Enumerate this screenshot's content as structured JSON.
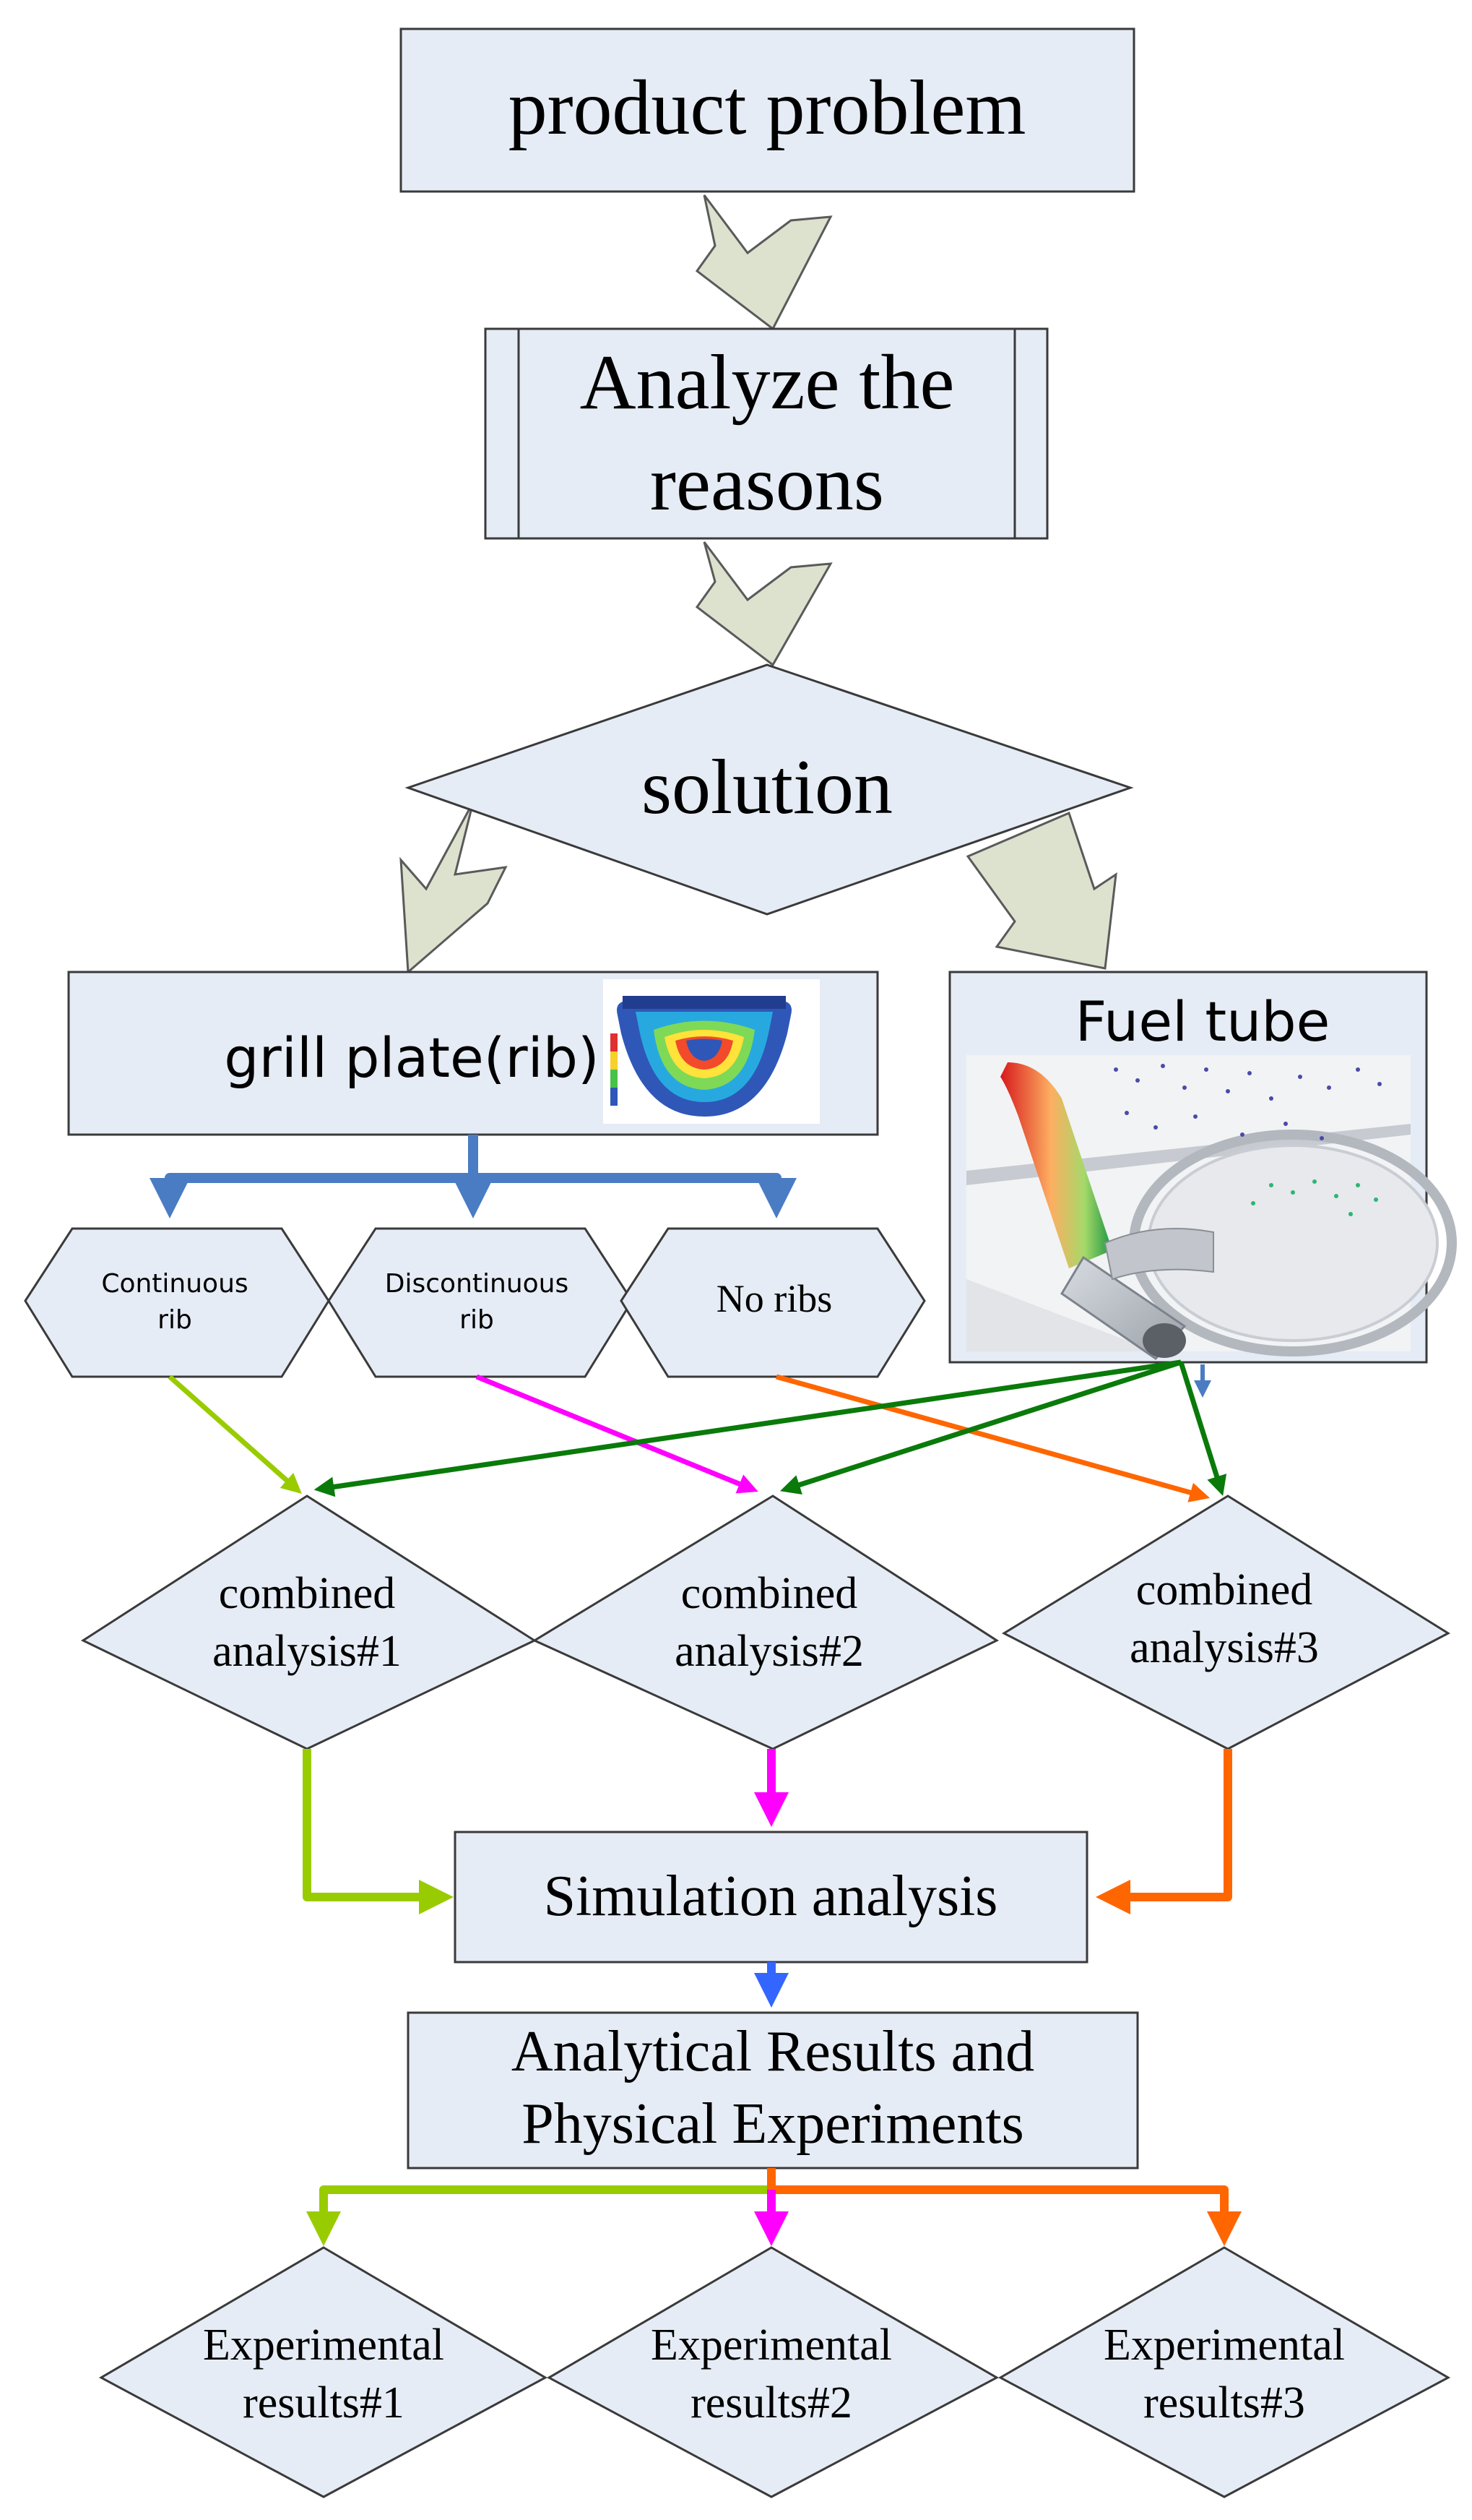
{
  "flowchart": {
    "product_problem": "product problem",
    "analyze_line1": "Analyze the",
    "analyze_line2": "reasons",
    "solution": "solution",
    "grill_plate": "grill plate(rib)",
    "fuel_tube": "Fuel tube",
    "continuous_line1": "Continuous",
    "continuous_line2": "rib",
    "discontinuous_line1": "Discontinuous",
    "discontinuous_line2": "rib",
    "no_ribs": "No ribs",
    "combined_1_line1": "combined",
    "combined_1_line2": "analysis#1",
    "combined_2_line1": "combined",
    "combined_2_line2": "analysis#2",
    "combined_3_line1": "combined",
    "combined_3_line2": "analysis#3",
    "simulation": "Simulation analysis",
    "results_line1": "Analytical Results and",
    "results_line2": "Physical Experiments",
    "exp_1_line1": "Experimental",
    "exp_1_line2": "results#1",
    "exp_2_line1": "Experimental",
    "exp_2_line2": "results#2",
    "exp_3_line1": "Experimental",
    "exp_3_line2": "results#3"
  },
  "colors": {
    "box_fill": "#e6ecf5",
    "big_arrow_fill": "#dde2cf",
    "blue_arrow": "#4a7cc4",
    "lime_arrow": "#99cc00",
    "magenta_arrow": "#ff00ff",
    "orange_arrow": "#ff6600",
    "green_arrow": "#0a7a0a",
    "sim_to_results_arrow": "#3366ff"
  }
}
